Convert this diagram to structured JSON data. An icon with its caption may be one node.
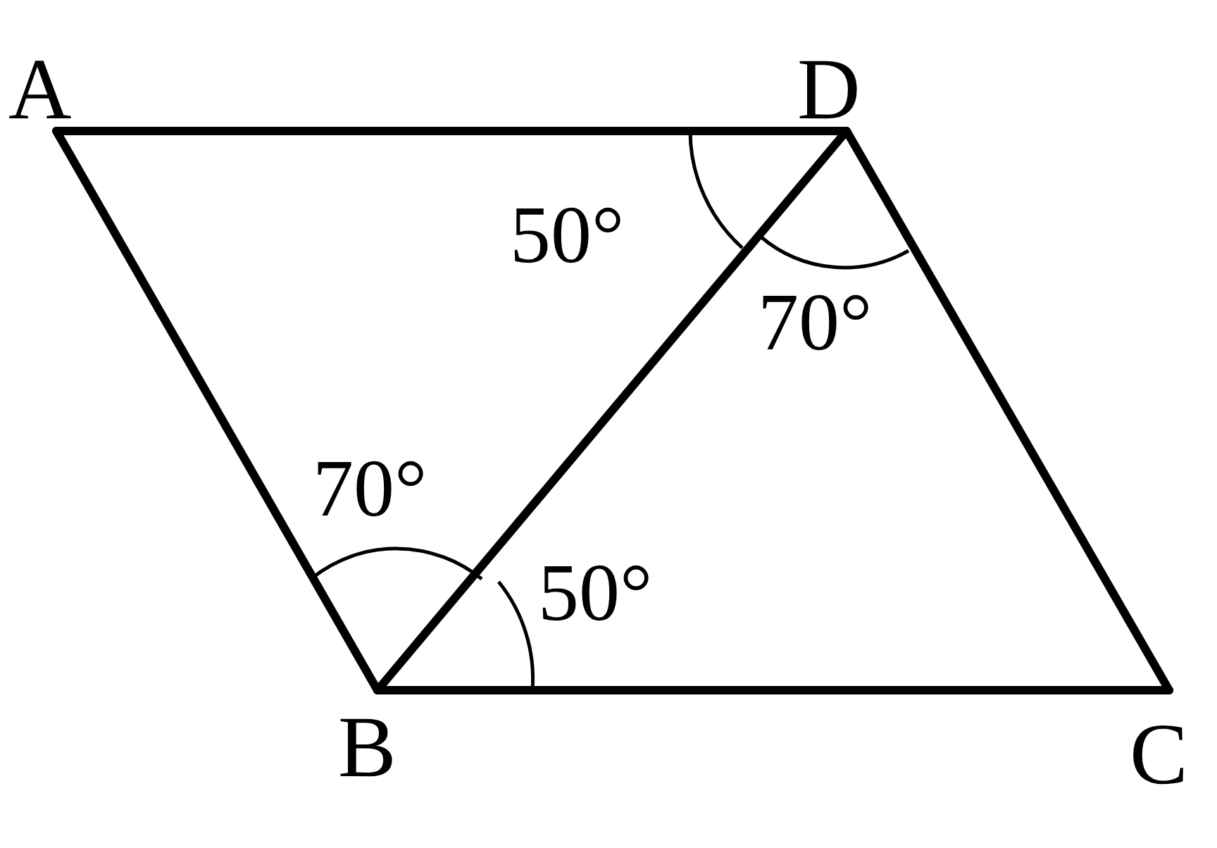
{
  "diagram": {
    "nodes": [
      {
        "text": [
          "A"
        ]
      },
      {
        "text": [
          "D"
        ]
      },
      {
        "text": [
          "B"
        ]
      },
      {
        "text": [
          "C"
        ]
      }
    ],
    "edges": [
      {
        "from": 0,
        "to": 1,
        "arrow": "none"
      },
      {
        "from": 0,
        "to": 2,
        "arrow": "none"
      },
      {
        "from": 1,
        "to": 2,
        "arrow": "none"
      },
      {
        "from": 1,
        "to": 3,
        "arrow": "none"
      },
      {
        "from": 2,
        "to": 3,
        "arrow": "none"
      }
    ],
    "labels": [
      "50°",
      "70°",
      "70°",
      "50°"
    ]
  }
}
